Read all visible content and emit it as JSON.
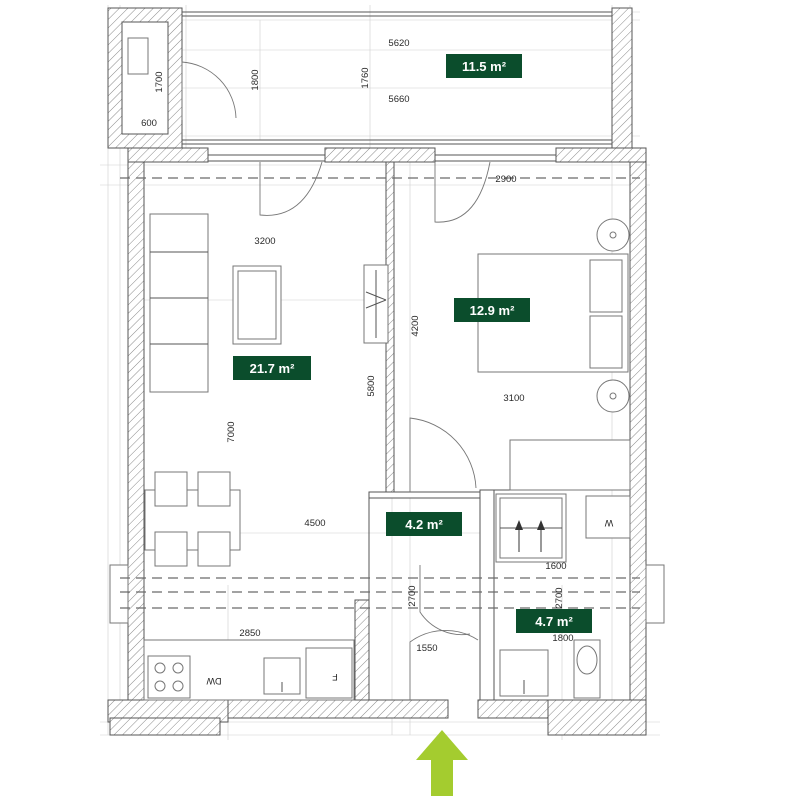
{
  "rooms": {
    "balcony": {
      "area": "11.5 m²"
    },
    "living": {
      "area": "21.7 m²"
    },
    "bedroom": {
      "area": "12.9 m²"
    },
    "hall": {
      "area": "4.2 m²"
    },
    "bathroom": {
      "area": "4.7 m²"
    }
  },
  "dimensions": {
    "balcony_top": "5620",
    "balcony_bottom": "5660",
    "balcony_height_a": "1800",
    "balcony_height_b": "1760",
    "balcony_side_h": "1700",
    "balcony_side_w": "600",
    "bedroom_top": "2900",
    "living_top": "3200",
    "bedroom_left": "4200",
    "bedroom_bottom": "3100",
    "living_right": "5800",
    "living_left": "7000",
    "living_width": "4500",
    "kitchen": "2850",
    "hall_left": "2700",
    "hall_bottom": "1550",
    "bath_top": "1600",
    "bath_side": "2700",
    "bath_bottom": "1800"
  },
  "appliances": {
    "dishwasher": "DW",
    "fridge": "F",
    "washer": "W"
  },
  "colors": {
    "area_badge": "#0b4d2c",
    "entrance_arrow": "#a4cc2f"
  },
  "icons": {
    "entrance": "arrow-up-icon"
  }
}
